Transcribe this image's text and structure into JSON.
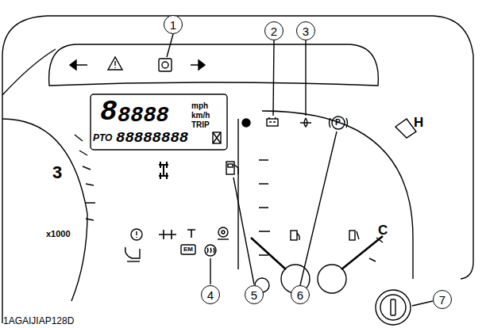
{
  "diagram": {
    "nodes": [
      {
        "text": [
          "1"
        ]
      },
      {
        "text": [
          "2"
        ]
      },
      {
        "text": [
          "3"
        ]
      },
      {
        "text": [
          "4"
        ]
      },
      {
        "text": [
          "5"
        ]
      },
      {
        "text": [
          "6"
        ]
      },
      {
        "text": [
          "7"
        ]
      }
    ],
    "labels": [
      "8",
      "8888",
      "mph",
      "km/h",
      "TRIP",
      "PTO",
      "88888888",
      "3",
      "x1000",
      "H",
      "C",
      "P",
      "EM",
      "1AGAIJIAP128D"
    ]
  }
}
